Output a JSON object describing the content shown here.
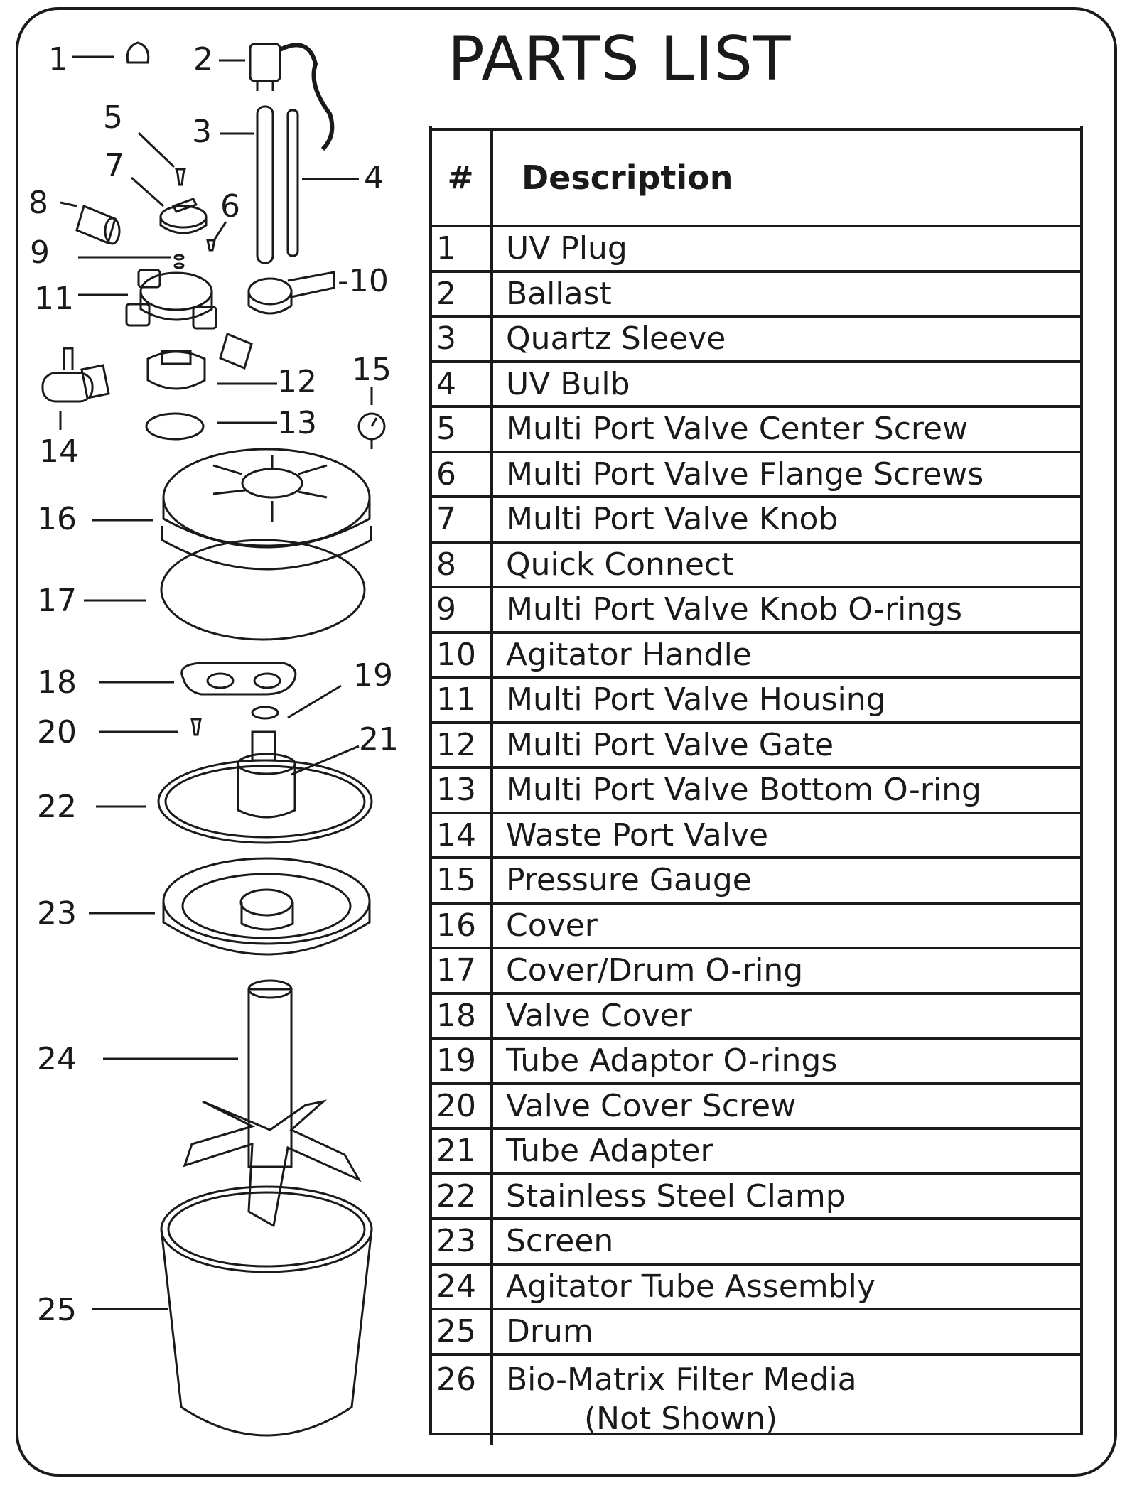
{
  "title": "PARTS LIST",
  "table": {
    "header_num": "#",
    "header_desc": "Description"
  },
  "parts": [
    {
      "num": "1",
      "desc": "UV Plug"
    },
    {
      "num": "2",
      "desc": "Ballast"
    },
    {
      "num": "3",
      "desc": "Quartz Sleeve"
    },
    {
      "num": "4",
      "desc": "UV Bulb"
    },
    {
      "num": "5",
      "desc": "Multi Port Valve Center Screw"
    },
    {
      "num": "6",
      "desc": "Multi Port Valve Flange Screws"
    },
    {
      "num": "7",
      "desc": "Multi Port Valve Knob"
    },
    {
      "num": "8",
      "desc": "Quick Connect"
    },
    {
      "num": "9",
      "desc": "Multi Port Valve Knob O-rings"
    },
    {
      "num": "10",
      "desc": "Agitator Handle"
    },
    {
      "num": "11",
      "desc": "Multi Port Valve Housing"
    },
    {
      "num": "12",
      "desc": "Multi Port Valve Gate"
    },
    {
      "num": "13",
      "desc": "Multi Port Valve Bottom O-ring"
    },
    {
      "num": "14",
      "desc": "Waste Port Valve"
    },
    {
      "num": "15",
      "desc": "Pressure Gauge"
    },
    {
      "num": "16",
      "desc": "Cover"
    },
    {
      "num": "17",
      "desc": "Cover/Drum O-ring"
    },
    {
      "num": "18",
      "desc": "Valve Cover"
    },
    {
      "num": "19",
      "desc": "Tube Adaptor O-rings"
    },
    {
      "num": "20",
      "desc": "Valve Cover Screw"
    },
    {
      "num": "21",
      "desc": "Tube Adapter"
    },
    {
      "num": "22",
      "desc": "Stainless Steel  Clamp"
    },
    {
      "num": "23",
      "desc": "Screen"
    },
    {
      "num": "24",
      "desc": "Agitator Tube Assembly"
    },
    {
      "num": "25",
      "desc": "Drum"
    },
    {
      "num": "26",
      "desc": "Bio-Matrix Filter Media",
      "note": "(Not Shown)"
    }
  ],
  "callouts": [
    "1",
    "2",
    "3",
    "4",
    "5",
    "6",
    "7",
    "8",
    "9",
    "-10",
    "11",
    "12",
    "13",
    "14",
    "15",
    "16",
    "17",
    "18",
    "19",
    "20",
    "21",
    "22",
    "23",
    "24",
    "25"
  ]
}
